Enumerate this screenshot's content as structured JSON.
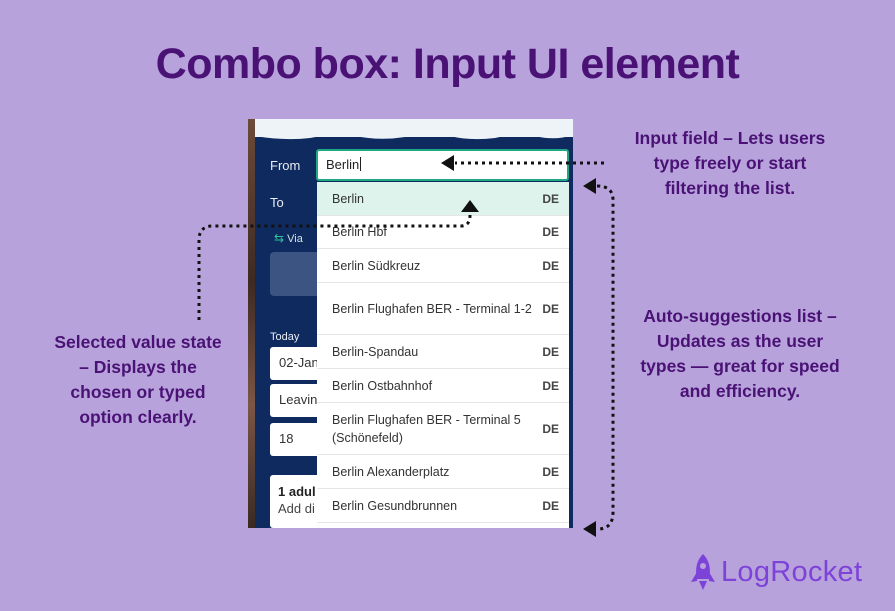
{
  "title": "Combo box: Input UI element",
  "callouts": {
    "input_field": [
      "Input field – Lets users",
      "type freely or start",
      "filtering the list."
    ],
    "suggestions": [
      "Auto-suggestions list –",
      "Updates as the user",
      "types — great for speed",
      "and efficiency."
    ],
    "selected": [
      "Selected value state",
      "– Displays the",
      "chosen or typed",
      "option clearly."
    ]
  },
  "form": {
    "from_label": "From",
    "to_label": "To",
    "via_label": "Via",
    "input_value": "Berlin",
    "today_label": "Today",
    "date_value": "02-Jan",
    "time_value": "Leavin",
    "hour_value": "18",
    "passenger_line1": "1 adul",
    "passenger_line2": "Add di"
  },
  "suggestions": [
    {
      "name": "Berlin",
      "country": "DE",
      "selected": true
    },
    {
      "name": "Berlin Hbf",
      "country": "DE"
    },
    {
      "name": "Berlin Südkreuz",
      "country": "DE"
    },
    {
      "name": "Berlin Flughafen BER - Terminal 1-2",
      "country": "DE"
    },
    {
      "name": "Berlin-Spandau",
      "country": "DE"
    },
    {
      "name": "Berlin Ostbahnhof",
      "country": "DE"
    },
    {
      "name": "Berlin Flughafen BER - Terminal 5 (Schönefeld)",
      "country": "DE"
    },
    {
      "name": "Berlin Alexanderplatz",
      "country": "DE"
    },
    {
      "name": "Berlin Gesundbrunnen",
      "country": "DE"
    }
  ],
  "brand": {
    "logo_text": "LogRocket",
    "logo_icon": "rocket-icon",
    "title_color": "#4a1275",
    "logo_color": "#7d43d9",
    "accent": "#1fa882"
  }
}
